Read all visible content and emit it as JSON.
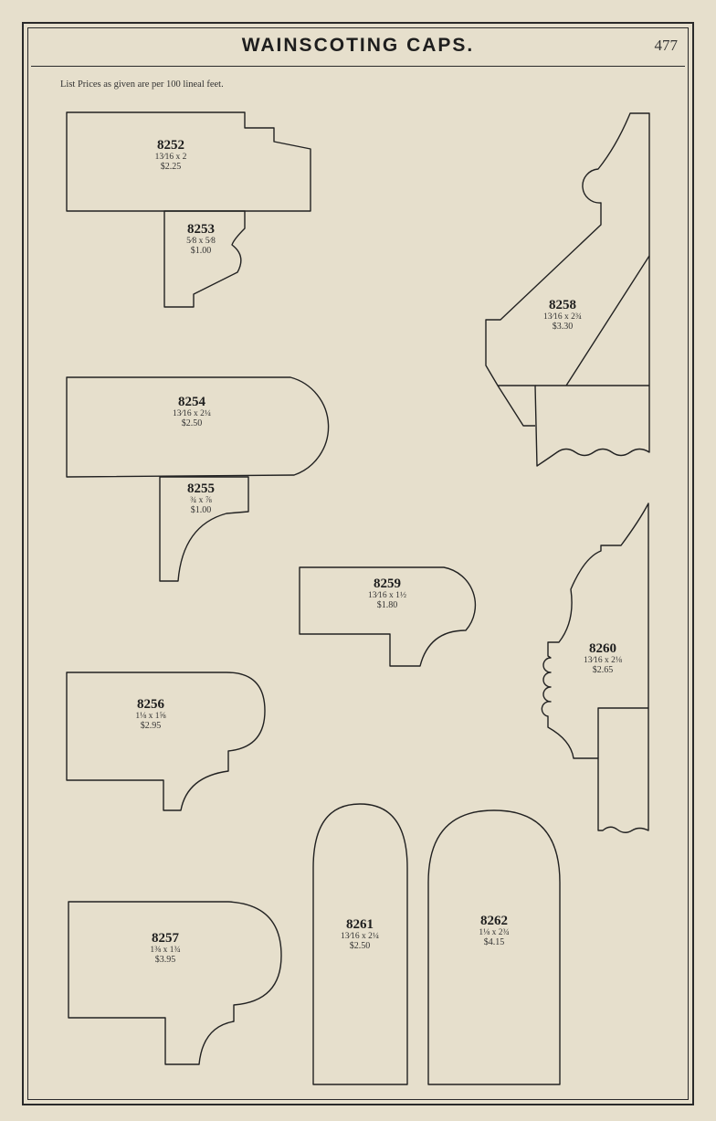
{
  "page": {
    "title": "WAINSCOTING CAPS.",
    "page_number": "477",
    "note": "List Prices as given are per 100 lineal feet."
  },
  "items": {
    "p8252": {
      "number": "8252",
      "size": "13⁄16 x 2",
      "price": "$2.25"
    },
    "p8253": {
      "number": "8253",
      "size": "5⁄8 x 5⁄8",
      "price": "$1.00"
    },
    "p8254": {
      "number": "8254",
      "size": "13⁄16 x 2¼",
      "price": "$2.50"
    },
    "p8255": {
      "number": "8255",
      "size": "¾ x ⅞",
      "price": "$1.00"
    },
    "p8256": {
      "number": "8256",
      "size": "1⅛ x 1⅝",
      "price": "$2.95"
    },
    "p8257": {
      "number": "8257",
      "size": "1⅜ x 1¾",
      "price": "$3.95"
    },
    "p8258": {
      "number": "8258",
      "size": "13⁄16 x 2¾",
      "price": "$3.30"
    },
    "p8259": {
      "number": "8259",
      "size": "13⁄16 x 1½",
      "price": "$1.80"
    },
    "p8260": {
      "number": "8260",
      "size": "13⁄16 x 2⅛",
      "price": "$2.65"
    },
    "p8261": {
      "number": "8261",
      "size": "13⁄16 x 2¼",
      "price": "$2.50"
    },
    "p8262": {
      "number": "8262",
      "size": "1⅛ x 2¾",
      "price": "$4.15"
    }
  }
}
